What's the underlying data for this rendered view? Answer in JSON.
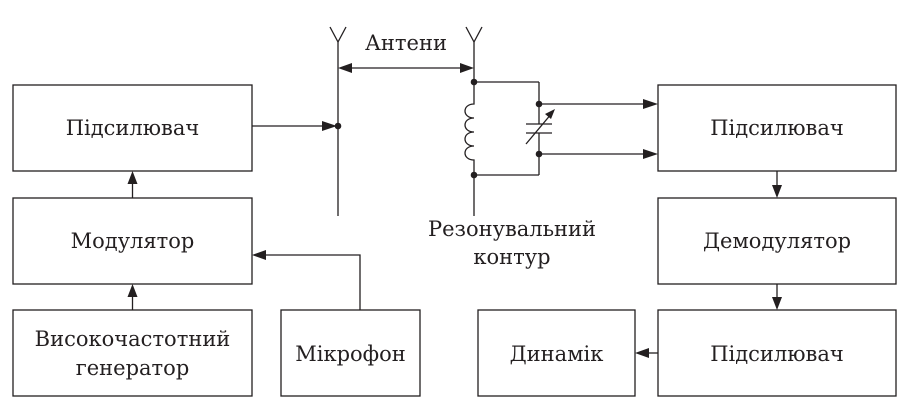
{
  "transmitter": {
    "amplifier": "Підсилювач",
    "modulator": "Модулятор",
    "generator_line1": "Високочастотний",
    "generator_line2": "генератор",
    "microphone": "Мікрофон"
  },
  "antennas_label": "Антени",
  "resonant_circuit": {
    "line1": "Резонувальний",
    "line2": "контур"
  },
  "receiver": {
    "amplifier_top": "Підсилювач",
    "demodulator": "Демодулятор",
    "amplifier_bottom": "Підсилювач",
    "speaker": "Динамік"
  },
  "colors": {
    "ink": "#231f20",
    "background": "#ffffff"
  }
}
